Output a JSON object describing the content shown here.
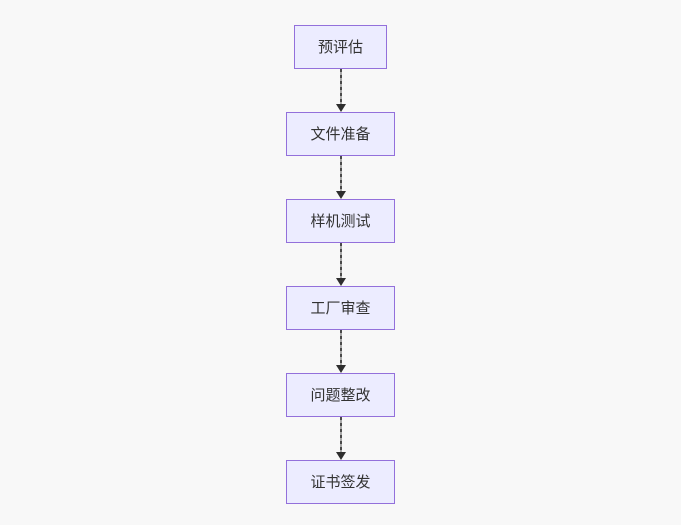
{
  "page": {
    "background_color": "#f8f8f8"
  },
  "diagram": {
    "type": "flowchart",
    "direction": "top-down",
    "style": {
      "node_fill": "#ececff",
      "node_border": "#9370db",
      "node_text_color": "#333333",
      "edge_line_color": "#4a4a4a",
      "edge_style": "dashed",
      "arrowhead_color": "#2e2e2e"
    },
    "nodes": [
      {
        "id": "pre-evaluation",
        "label": "预评估"
      },
      {
        "id": "document-preparation",
        "label": "文件准备"
      },
      {
        "id": "prototype-testing",
        "label": "样机测试"
      },
      {
        "id": "factory-audit",
        "label": "工厂审查"
      },
      {
        "id": "issue-rectification",
        "label": "问题整改"
      },
      {
        "id": "certificate-issuance",
        "label": "证书签发"
      }
    ],
    "edges": [
      {
        "from": "pre-evaluation",
        "to": "document-preparation",
        "arrow": "down",
        "line": "dashed"
      },
      {
        "from": "document-preparation",
        "to": "prototype-testing",
        "arrow": "down",
        "line": "dashed"
      },
      {
        "from": "prototype-testing",
        "to": "factory-audit",
        "arrow": "down",
        "line": "dashed"
      },
      {
        "from": "factory-audit",
        "to": "issue-rectification",
        "arrow": "down",
        "line": "dashed"
      },
      {
        "from": "issue-rectification",
        "to": "certificate-issuance",
        "arrow": "down",
        "line": "dashed"
      }
    ]
  }
}
